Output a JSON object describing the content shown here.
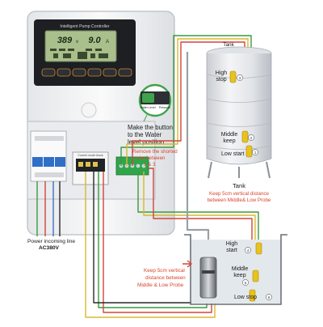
{
  "controller": {
    "title": "Intelligent Pump Controller",
    "voltage": "389",
    "voltage_unit": "v",
    "current": "9.0",
    "current_unit": "A",
    "buttons": [
      "",
      "",
      "",
      "",
      "",
      ""
    ]
  },
  "callout": {
    "instruction_line1": "Make the button",
    "instruction_line2": "to the Water",
    "instruction_line3": "level position",
    "mode_left": "Water Level",
    "mode_right": "Pressure",
    "warning_line1": "Remove the shorted",
    "warning_line2": "wire between",
    "warning_line3": "1 & 3"
  },
  "terminal_block": {
    "label": "Current mode block"
  },
  "power": {
    "line1": "Power incoming line",
    "line2": "AC380V"
  },
  "tank": {
    "top_label": "Tank",
    "name": "Tank",
    "high_label_1": "High",
    "high_label_2": "stop",
    "middle_label_1": "Middle",
    "middle_label_2": "keep",
    "low_label": "Low start",
    "note_line1": "Keep 5cm vertical distance",
    "note_line2": "between Middle& Low Probe",
    "probe_numbers": [
      "3",
      "2",
      "1"
    ]
  },
  "well": {
    "high_label_1": "High",
    "high_label_2": "start",
    "middle_label_1": "Middle",
    "middle_label_2": "keep",
    "low_label": "Low stop",
    "note_line1": "Keep 5cm vertical",
    "note_line2": "distance between",
    "note_line3": "Middle & Low Probe",
    "probe_numbers": [
      "4",
      "5",
      "6"
    ]
  },
  "colors": {
    "wire_green": "#3c9a3c",
    "wire_red": "#d2453c",
    "wire_yellow": "#d8b830",
    "wire_black": "#2a2a2a",
    "wire_blue": "#3d6fc2",
    "note_red": "#d9452e",
    "probe_yellow": "#e8c21e",
    "lcd_bg": "#a9bf8c"
  }
}
